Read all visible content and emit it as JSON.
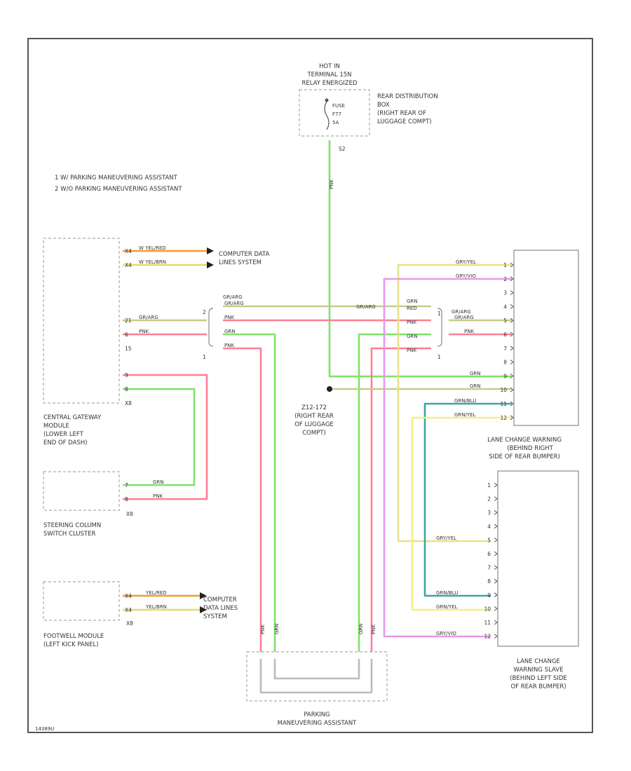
{
  "colors": {
    "green": "#7ee26a",
    "red": "#ff7f95",
    "olive": "#c9c98b",
    "yellow": "#f2ef86",
    "violet": "#ea96ea",
    "teal": "#3aa6a6",
    "orange": "#f59a2a",
    "gray": "#9a9a9a"
  },
  "footer_code": "14389U",
  "fuse_source": {
    "title_lines": [
      "HOT IN",
      "TERMINAL 15N",
      "RELAY ENERGIZED"
    ],
    "fuse_lines": [
      "FUSE",
      "F77",
      "5A"
    ],
    "pin": "S2"
  },
  "rear_distribution_box": [
    "REAR DISTRIBUTION",
    "BOX",
    "(RIGHT REAR OF",
    "LUGGAGE COMPT)"
  ],
  "notes": [
    "1  W/ PARKING MANEUVERING ASSISTANT",
    "2  W/O PARKING MANEUVERING ASSISTANT"
  ],
  "central_gateway": {
    "label_lines": [
      "CENTRAL GATEWAY",
      "MODULE",
      "(LOWER LEFT",
      "END OF DASH)"
    ],
    "conn": "X8",
    "pins": [
      "X4",
      "X4",
      "21",
      "6",
      "15",
      "9",
      "8"
    ],
    "wires": [
      "W YEL/RED",
      "W YEL/BRN",
      "GR/ARG",
      "PNK"
    ]
  },
  "computer_data_lines_top": [
    "COMPUTER DATA",
    "LINES SYSTEM"
  ],
  "computer_data_lines_bottom": [
    "COMPUTER",
    "DATA LINES",
    "SYSTEM"
  ],
  "splice_left": {
    "label": "GR/ARG",
    "wires": [
      "GR/ARG",
      "PNK",
      "GRN",
      "PNK"
    ],
    "pins": [
      "2",
      "1"
    ]
  },
  "splice_right": {
    "label": "GR/ARG",
    "wires": [
      "GRN",
      "RED",
      "PNK",
      "GRN",
      "PNK"
    ],
    "pins": [
      "1",
      "1"
    ],
    "mid_label": "GR/ARG"
  },
  "steering_column": {
    "label_lines": [
      "STEERING COLUMN",
      "SWITCH CLUSTER"
    ],
    "conn": "X8",
    "pins": [
      "7",
      "8"
    ],
    "wires": [
      "GRN",
      "PNK"
    ]
  },
  "footwell": {
    "label_lines": [
      "FOOTWELL MODULE",
      "(LEFT KICK PANEL)"
    ],
    "conn": "X8",
    "pins": [
      "X4",
      "X4"
    ],
    "wires": [
      "YEL/RED",
      "YEL/BRN"
    ]
  },
  "ground": {
    "label_lines": [
      "Z12-172",
      "(RIGHT REAR",
      "OF LUGGAGE",
      "COMPT)"
    ]
  },
  "feed_wire": "PNK",
  "pma": {
    "label_lines": [
      "PARKING",
      "MANEUVERING ASSISTANT"
    ],
    "wires": [
      "PNK",
      "GRN",
      "GRN",
      "PNK"
    ]
  },
  "lcw_master": {
    "label_lines": [
      "LANE CHANGE WARNING",
      "(BEHIND RIGHT",
      "SIDE OF REAR BUMPER)"
    ],
    "pins": [
      "1",
      "2",
      "3",
      "4",
      "5",
      "6",
      "7",
      "8",
      "9",
      "10",
      "11",
      "12"
    ],
    "wires": [
      "GRY/YEL",
      "GRY/VIO",
      "GR/ARG",
      "PNK",
      "GRN",
      "GRN",
      "GRN/BLU",
      "GRN/YEL"
    ]
  },
  "lcw_slave": {
    "label_lines": [
      "LANE CHANGE",
      "WARNING SLAVE",
      "(BEHIND LEFT SIDE",
      "OF REAR BUMPER)"
    ],
    "pins": [
      "1",
      "2",
      "3",
      "4",
      "5",
      "6",
      "7",
      "8",
      "9",
      "10",
      "11",
      "12"
    ],
    "wires": [
      "GRY/YEL",
      "GRN/BLU",
      "GRN/YEL",
      "GRY/VIO"
    ]
  }
}
